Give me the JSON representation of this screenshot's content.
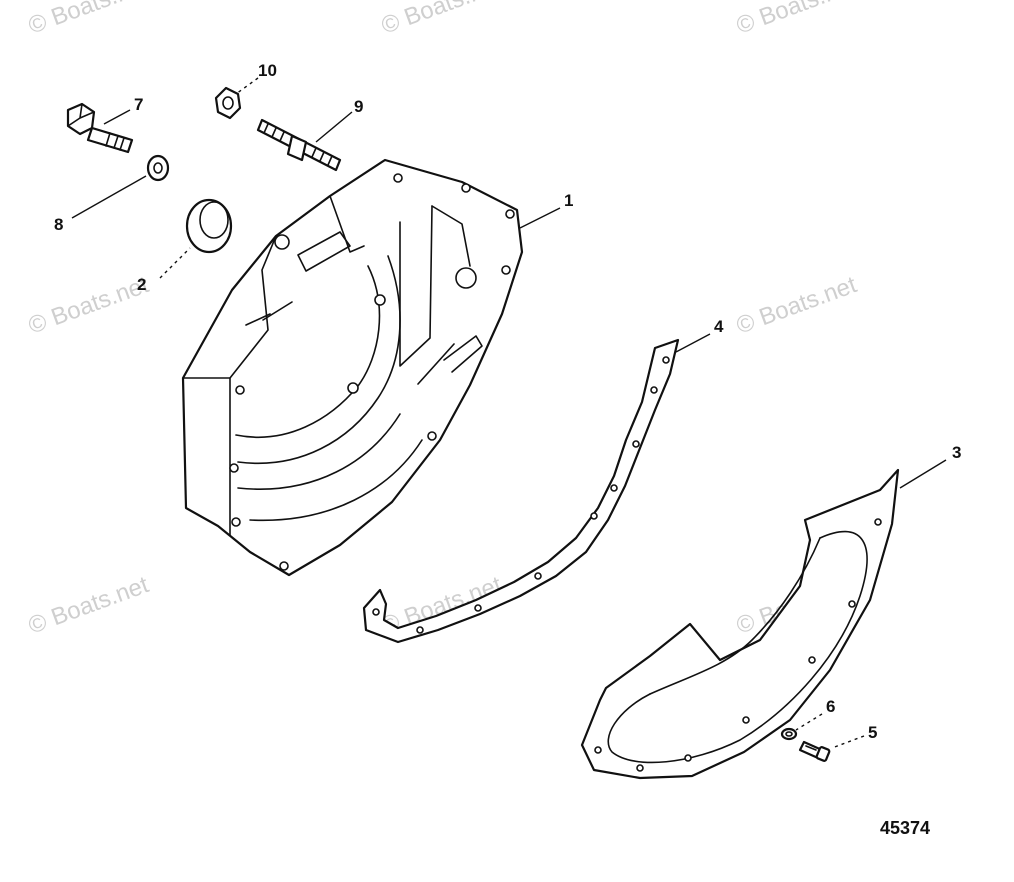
{
  "diagram": {
    "reference_number": "45374",
    "watermark_text": "© Boats.net",
    "callouts": [
      {
        "id": "1",
        "label": "1"
      },
      {
        "id": "2",
        "label": "2"
      },
      {
        "id": "3",
        "label": "3"
      },
      {
        "id": "4",
        "label": "4"
      },
      {
        "id": "5",
        "label": "5"
      },
      {
        "id": "6",
        "label": "6"
      },
      {
        "id": "7",
        "label": "7"
      },
      {
        "id": "8",
        "label": "8"
      },
      {
        "id": "9",
        "label": "9"
      },
      {
        "id": "10",
        "label": "10"
      }
    ]
  }
}
